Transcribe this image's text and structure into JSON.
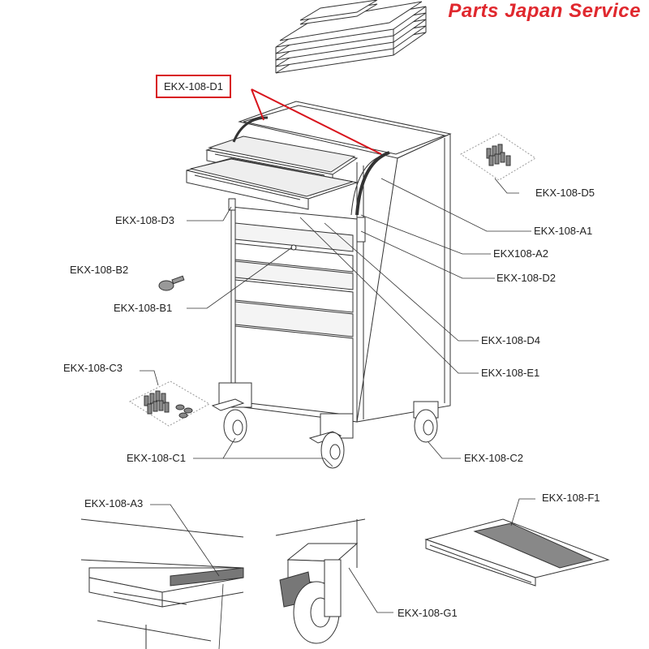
{
  "brand": "Parts Japan Service",
  "highlight_color": "#d8141c",
  "brand_color": "#e0282e",
  "parts": {
    "d1": "EKX-108-D1",
    "d5": "EKX-108-D5",
    "a1": "EKX-108-A1",
    "a2": "EKX108-A2",
    "d2": "EKX-108-D2",
    "d3": "EKX-108-D3",
    "b2": "EKX-108-B2",
    "b1": "EKX-108-B1",
    "d4": "EKX-108-D4",
    "e1": "EKX-108-E1",
    "c3": "EKX-108-C3",
    "c1": "EKX-108-C1",
    "c2": "EKX-108-C2",
    "a3": "EKX-108-A3",
    "f1": "EKX-108-F1",
    "g1": "EKX-108-G1"
  }
}
